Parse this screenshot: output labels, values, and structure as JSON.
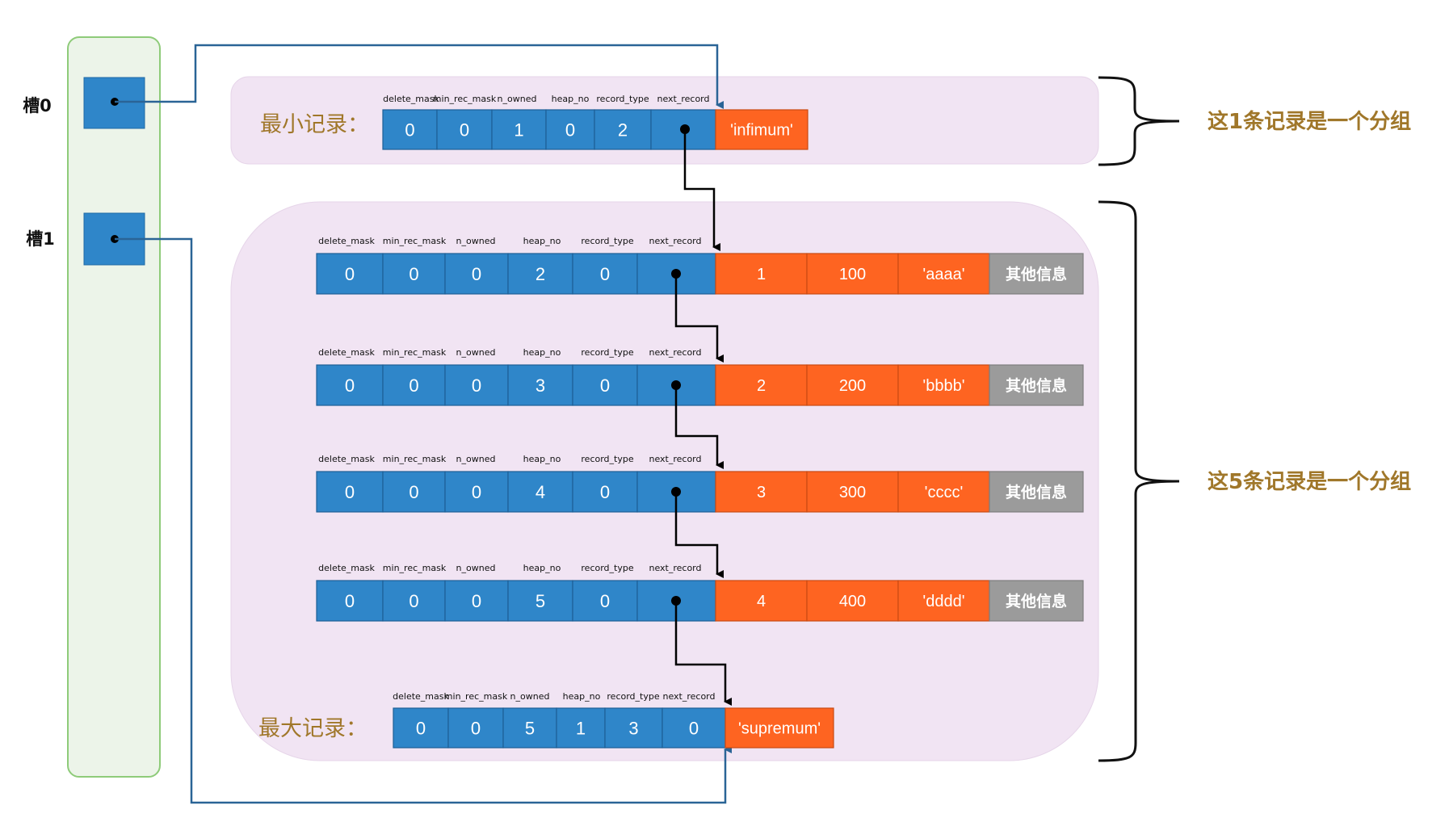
{
  "colors": {
    "blue": "#2f86c9",
    "orange": "#fe6421",
    "gray": "#9b9b9b",
    "group_fill": "#f1e4f3",
    "slots_fill": "#ecf4e9",
    "slots_border": "#8ecb79",
    "pointer_line": "#2a6496",
    "label_text": "#a0772a",
    "brace_text": "#a0772a"
  },
  "slots": [
    {
      "label": "槽0"
    },
    {
      "label": "槽1"
    }
  ],
  "groups": [
    {
      "brace_label": "这1条记录是一个分组"
    },
    {
      "brace_label": "这5条记录是一个分组"
    }
  ],
  "min_record": {
    "label": "最小记录：",
    "headers": [
      "delete_mask",
      "min_rec_mask",
      "n_owned",
      "heap_no",
      "record_type",
      "next_record"
    ],
    "values": [
      "0",
      "0",
      "1",
      "0",
      "2",
      ""
    ],
    "data": [
      "'infimum'"
    ]
  },
  "records": [
    {
      "headers": [
        "delete_mask",
        "min_rec_mask",
        "n_owned",
        "heap_no",
        "record_type",
        "next_record"
      ],
      "values": [
        "0",
        "0",
        "0",
        "2",
        "0",
        ""
      ],
      "data": [
        "1",
        "100",
        "'aaaa'"
      ],
      "extra": "其他信息"
    },
    {
      "headers": [
        "delete_mask",
        "min_rec_mask",
        "n_owned",
        "heap_no",
        "record_type",
        "next_record"
      ],
      "values": [
        "0",
        "0",
        "0",
        "3",
        "0",
        ""
      ],
      "data": [
        "2",
        "200",
        "'bbbb'"
      ],
      "extra": "其他信息"
    },
    {
      "headers": [
        "delete_mask",
        "min_rec_mask",
        "n_owned",
        "heap_no",
        "record_type",
        "next_record"
      ],
      "values": [
        "0",
        "0",
        "0",
        "4",
        "0",
        ""
      ],
      "data": [
        "3",
        "300",
        "'cccc'"
      ],
      "extra": "其他信息"
    },
    {
      "headers": [
        "delete_mask",
        "min_rec_mask",
        "n_owned",
        "heap_no",
        "record_type",
        "next_record"
      ],
      "values": [
        "0",
        "0",
        "0",
        "5",
        "0",
        ""
      ],
      "data": [
        "4",
        "400",
        "'dddd'"
      ],
      "extra": "其他信息"
    }
  ],
  "max_record": {
    "label": "最大记录：",
    "headers": [
      "delete_mask",
      "min_rec_mask",
      "n_owned",
      "heap_no",
      "record_type",
      "next_record"
    ],
    "values": [
      "0",
      "0",
      "5",
      "1",
      "3",
      "0"
    ],
    "data": [
      "'supremum'"
    ]
  }
}
